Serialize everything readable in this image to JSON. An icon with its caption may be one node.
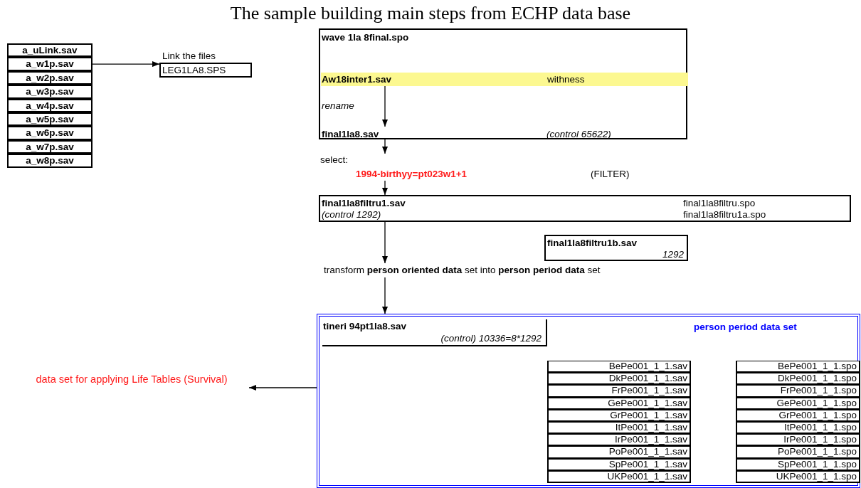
{
  "diagram": {
    "title": "The sample building main steps from ECHP data base",
    "nodes": [
      {
        "text": [
          "a_uLink.sav"
        ]
      },
      {
        "text": [
          "a_w1p.sav"
        ]
      },
      {
        "text": [
          "a_w2p.sav"
        ]
      },
      {
        "text": [
          "a_w3p.sav"
        ]
      },
      {
        "text": [
          "a_w4p.sav"
        ]
      },
      {
        "text": [
          "a_w5p.sav"
        ]
      },
      {
        "text": [
          "a_w6p.sav"
        ]
      },
      {
        "text": [
          "a_w7p.sav"
        ]
      },
      {
        "text": [
          "a_w8p.sav"
        ]
      },
      {
        "text": [
          "Link the files",
          "LEG1LA8.SPS"
        ]
      },
      {
        "text": [
          "wave 1la 8final.spo"
        ]
      },
      {
        "text": [
          "Aw18inter1.sav",
          "withness"
        ],
        "in": 10
      },
      {
        "text": [
          "final1la8.sav",
          "(control 65622)"
        ],
        "in": 10
      },
      {
        "text": [
          "select:",
          "1994-birthyy=pt023w1+1",
          "(FILTER)"
        ]
      },
      {
        "text": [
          "final1la8filtru1.sav",
          "(control 1292)",
          "final1la8filtru.spo",
          "final1la8filtru1a.spo"
        ]
      },
      {
        "text": [
          "final1la8filtru1b.sav",
          "1292"
        ]
      },
      {
        "text": [
          "transform **person oriented data** set into **person period data** set"
        ]
      },
      {
        "text": [
          "person period data set"
        ]
      },
      {
        "text": [
          "tineri 94pt1la8.sav",
          "(control) 10336=8*1292"
        ],
        "in": 17
      },
      {
        "text": [
          "data set for applying Life Tables (Survival)"
        ]
      },
      {
        "text": [
          "BePe001_1_1.sav"
        ],
        "in": 17
      },
      {
        "text": [
          "DkPe001_1_1.sav"
        ],
        "in": 17
      },
      {
        "text": [
          "FrPe001_1_1.sav"
        ],
        "in": 17
      },
      {
        "text": [
          "GePe001_1_1.sav"
        ],
        "in": 17
      },
      {
        "text": [
          "GrPe001_1_1.sav"
        ],
        "in": 17
      },
      {
        "text": [
          "ItPe001_1_1.sav"
        ],
        "in": 17
      },
      {
        "text": [
          "IrPe001_1_1.sav"
        ],
        "in": 17
      },
      {
        "text": [
          "PoPe001_1_1.sav"
        ],
        "in": 17
      },
      {
        "text": [
          "SpPe001_1_1.sav"
        ],
        "in": 17
      },
      {
        "text": [
          "UKPe001_1_1.sav"
        ],
        "in": 17
      },
      {
        "text": [
          "BePe001_1_1.spo"
        ],
        "in": 17
      },
      {
        "text": [
          "DkPe001_1_1.spo"
        ],
        "in": 17
      },
      {
        "text": [
          "FrPe001_1_1.spo"
        ],
        "in": 17
      },
      {
        "text": [
          "GePe001_1_1.spo"
        ],
        "in": 17
      },
      {
        "text": [
          "GrPe001_1_1.spo"
        ],
        "in": 17
      },
      {
        "text": [
          "ItPe001_1_1.spo"
        ],
        "in": 17
      },
      {
        "text": [
          "IrPe001_1_1.spo"
        ],
        "in": 17
      },
      {
        "text": [
          "PoPe001_1_1.spo"
        ],
        "in": 17
      },
      {
        "text": [
          "SpPe001_1_1.spo"
        ],
        "in": 17
      },
      {
        "text": [
          "UKPe001_1_1.spo"
        ],
        "in": 17
      }
    ],
    "edges": [
      {
        "from": 1,
        "to": 9,
        "arrow": "to"
      },
      {
        "from": 11,
        "to": 12,
        "arrow": "to",
        "label": "rename"
      },
      {
        "from": 10,
        "to": 13,
        "arrow": "to"
      },
      {
        "from": 13,
        "to": 14,
        "arrow": "to"
      },
      {
        "from": 14,
        "to": 16,
        "arrow": "to"
      },
      {
        "from": 16,
        "to": 17,
        "arrow": "to"
      },
      {
        "from": 17,
        "to": 19,
        "arrow": "to"
      }
    ]
  }
}
